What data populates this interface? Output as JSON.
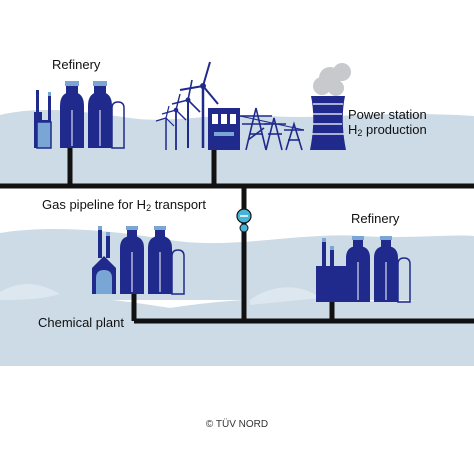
{
  "labels": {
    "refinery_top": "Refinery",
    "power_station_line1": "Power station",
    "power_station_line2_prefix": "H",
    "power_station_line2_sub": "2",
    "power_station_line2_suffix": " production",
    "pipeline_prefix": "Gas pipeline for H",
    "pipeline_sub": "2",
    "pipeline_suffix": " transport",
    "refinery_right": "Refinery",
    "chemical_plant": "Chemical plant"
  },
  "copyright": "© TÜV NORD",
  "colors": {
    "background": "#ffffff",
    "land": "#ccdbe6",
    "land_light": "#dce7ef",
    "building": "#1f2a8c",
    "building_dark": "#141c66",
    "accent": "#7aa6d6",
    "pipe": "#111111",
    "valve": "#48b3d8"
  },
  "icons": [
    "refinery-icon",
    "wind-turbine-icon",
    "control-building-icon",
    "power-pylon-icon",
    "cooling-tower-icon",
    "chemical-plant-icon",
    "valve-icon"
  ]
}
